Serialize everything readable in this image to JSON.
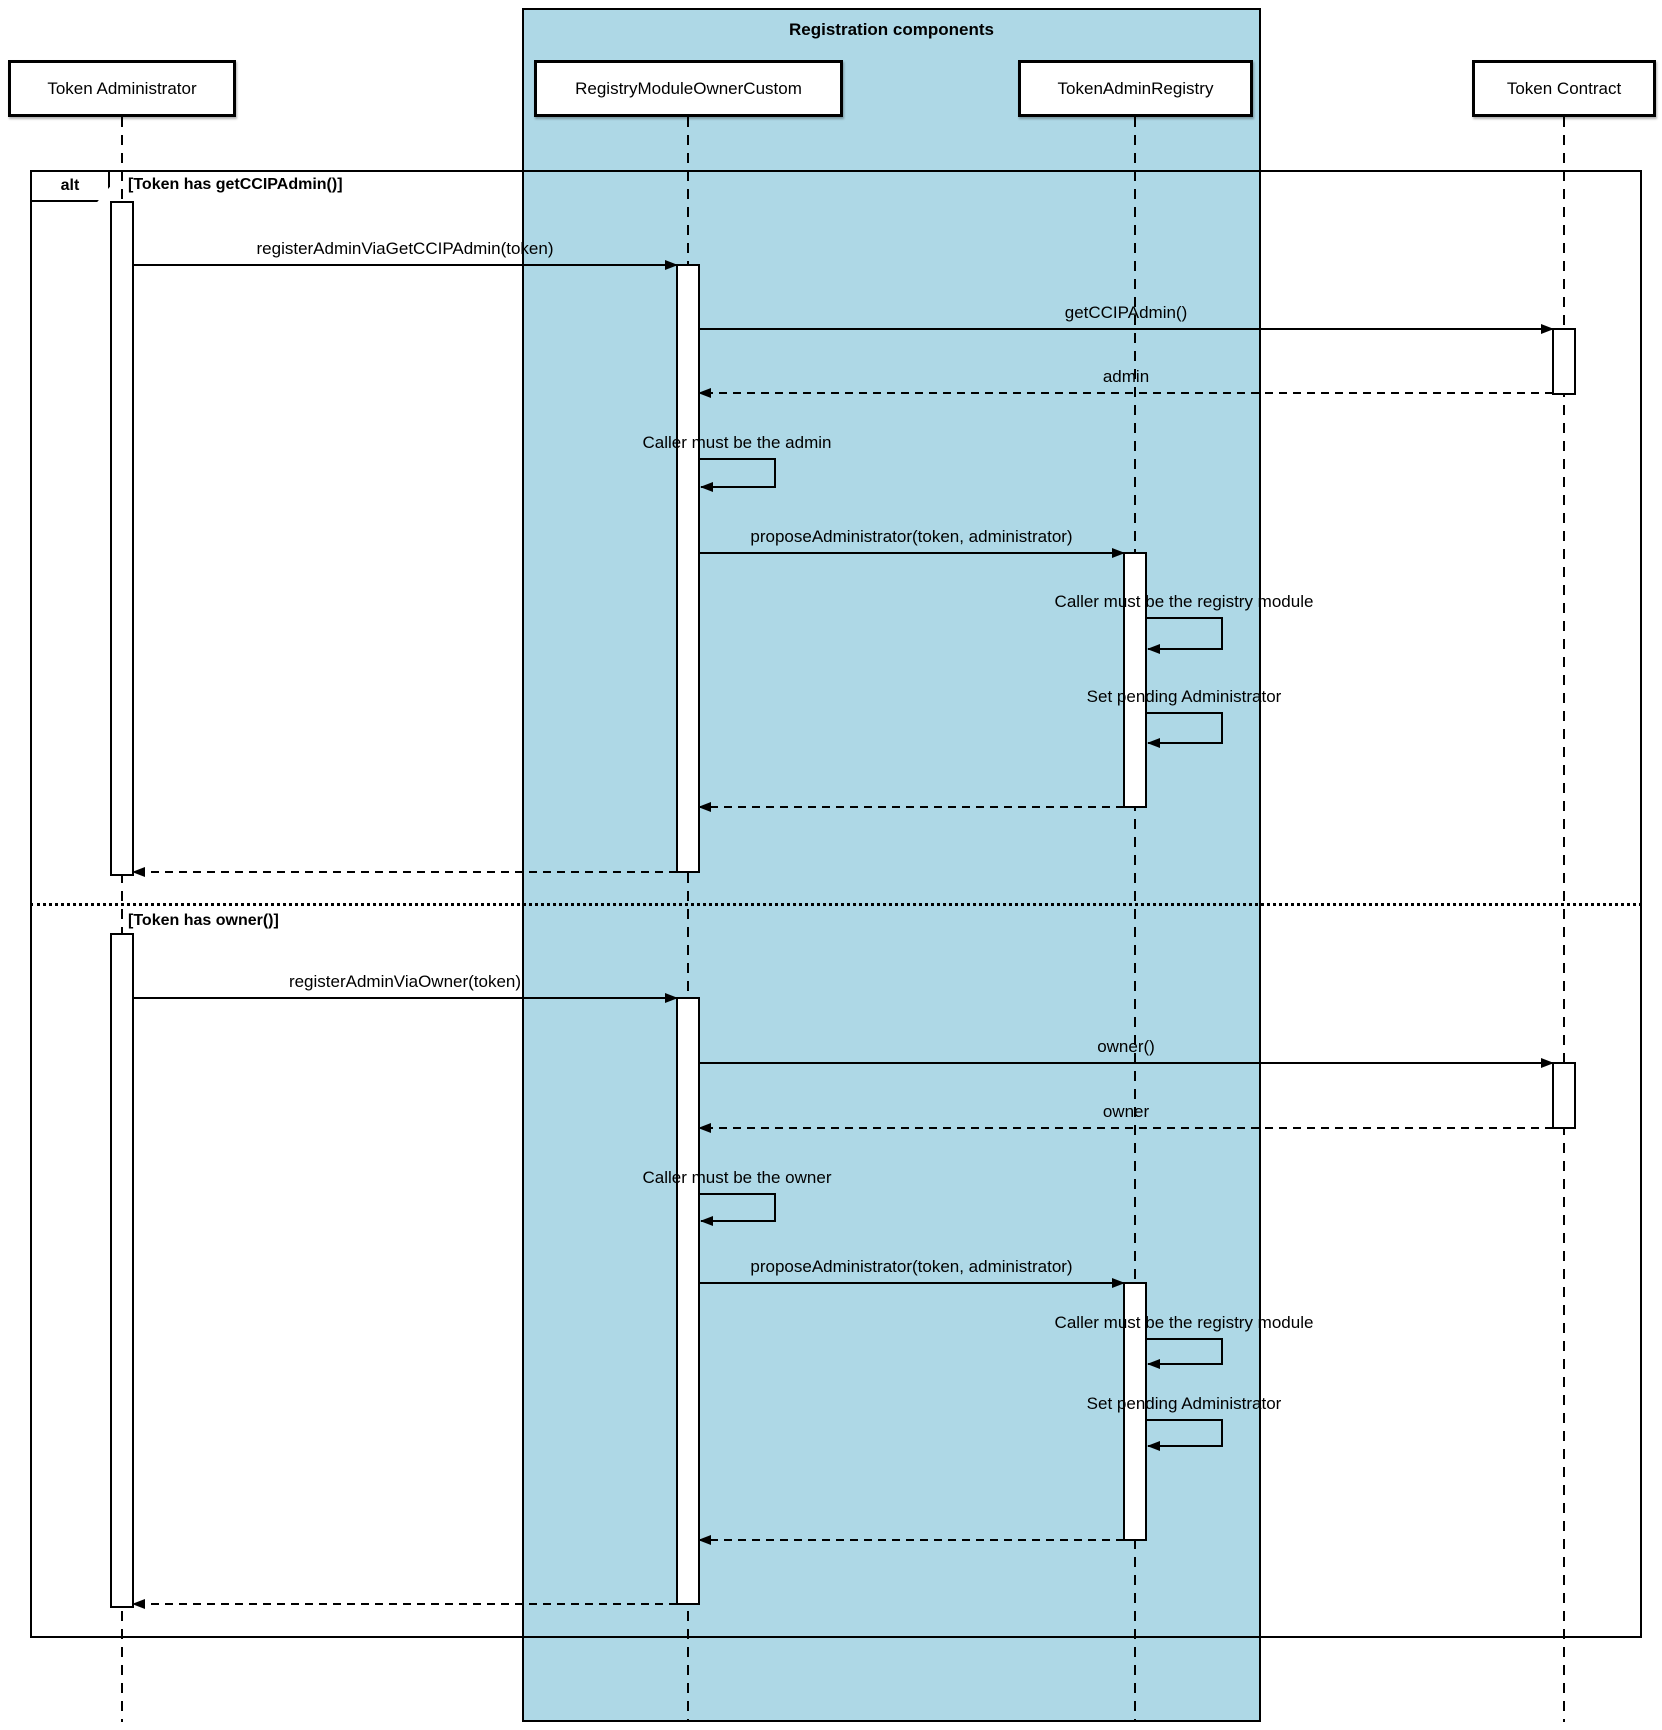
{
  "frame": {
    "title": "Registration components"
  },
  "alt_fragment": {
    "operator": "alt",
    "guard1": "[Token has getCCIPAdmin()]",
    "guard2": "[Token has owner()]"
  },
  "participants": [
    {
      "id": "admin",
      "label": "Token Administrator"
    },
    {
      "id": "rmoc",
      "label": "RegistryModuleOwnerCustom"
    },
    {
      "id": "tar",
      "label": "TokenAdminRegistry"
    },
    {
      "id": "token",
      "label": "Token Contract"
    }
  ],
  "sections": [
    {
      "guard": "[Token has getCCIPAdmin()]",
      "messages": [
        {
          "from": "admin",
          "to": "rmoc",
          "kind": "sync",
          "label": "registerAdminViaGetCCIPAdmin(token)"
        },
        {
          "from": "rmoc",
          "to": "token",
          "kind": "sync",
          "label": "getCCIPAdmin()"
        },
        {
          "from": "token",
          "to": "rmoc",
          "kind": "return",
          "label": "admin"
        },
        {
          "from": "rmoc",
          "to": "rmoc",
          "kind": "self",
          "label": "Caller must be the admin"
        },
        {
          "from": "rmoc",
          "to": "tar",
          "kind": "sync",
          "label": "proposeAdministrator(token, administrator)"
        },
        {
          "from": "tar",
          "to": "tar",
          "kind": "self",
          "label": "Caller must be the registry module"
        },
        {
          "from": "tar",
          "to": "tar",
          "kind": "self",
          "label": "Set pending Administrator"
        },
        {
          "from": "tar",
          "to": "rmoc",
          "kind": "return",
          "label": ""
        },
        {
          "from": "rmoc",
          "to": "admin",
          "kind": "return",
          "label": ""
        }
      ]
    },
    {
      "guard": "[Token has owner()]",
      "messages": [
        {
          "from": "admin",
          "to": "rmoc",
          "kind": "sync",
          "label": "registerAdminViaOwner(token)"
        },
        {
          "from": "rmoc",
          "to": "token",
          "kind": "sync",
          "label": "owner()"
        },
        {
          "from": "token",
          "to": "rmoc",
          "kind": "return",
          "label": "owner"
        },
        {
          "from": "rmoc",
          "to": "rmoc",
          "kind": "self",
          "label": "Caller must be the owner"
        },
        {
          "from": "rmoc",
          "to": "tar",
          "kind": "sync",
          "label": "proposeAdministrator(token, administrator)"
        },
        {
          "from": "tar",
          "to": "tar",
          "kind": "self",
          "label": "Caller must be the registry module"
        },
        {
          "from": "tar",
          "to": "tar",
          "kind": "self",
          "label": "Set pending Administrator"
        },
        {
          "from": "tar",
          "to": "rmoc",
          "kind": "return",
          "label": ""
        },
        {
          "from": "rmoc",
          "to": "admin",
          "kind": "return",
          "label": ""
        }
      ]
    }
  ],
  "colors": {
    "frame_fill": "#aed8e6",
    "stroke": "#000000",
    "background": "#ffffff",
    "activation_fill": "#ffffff"
  }
}
